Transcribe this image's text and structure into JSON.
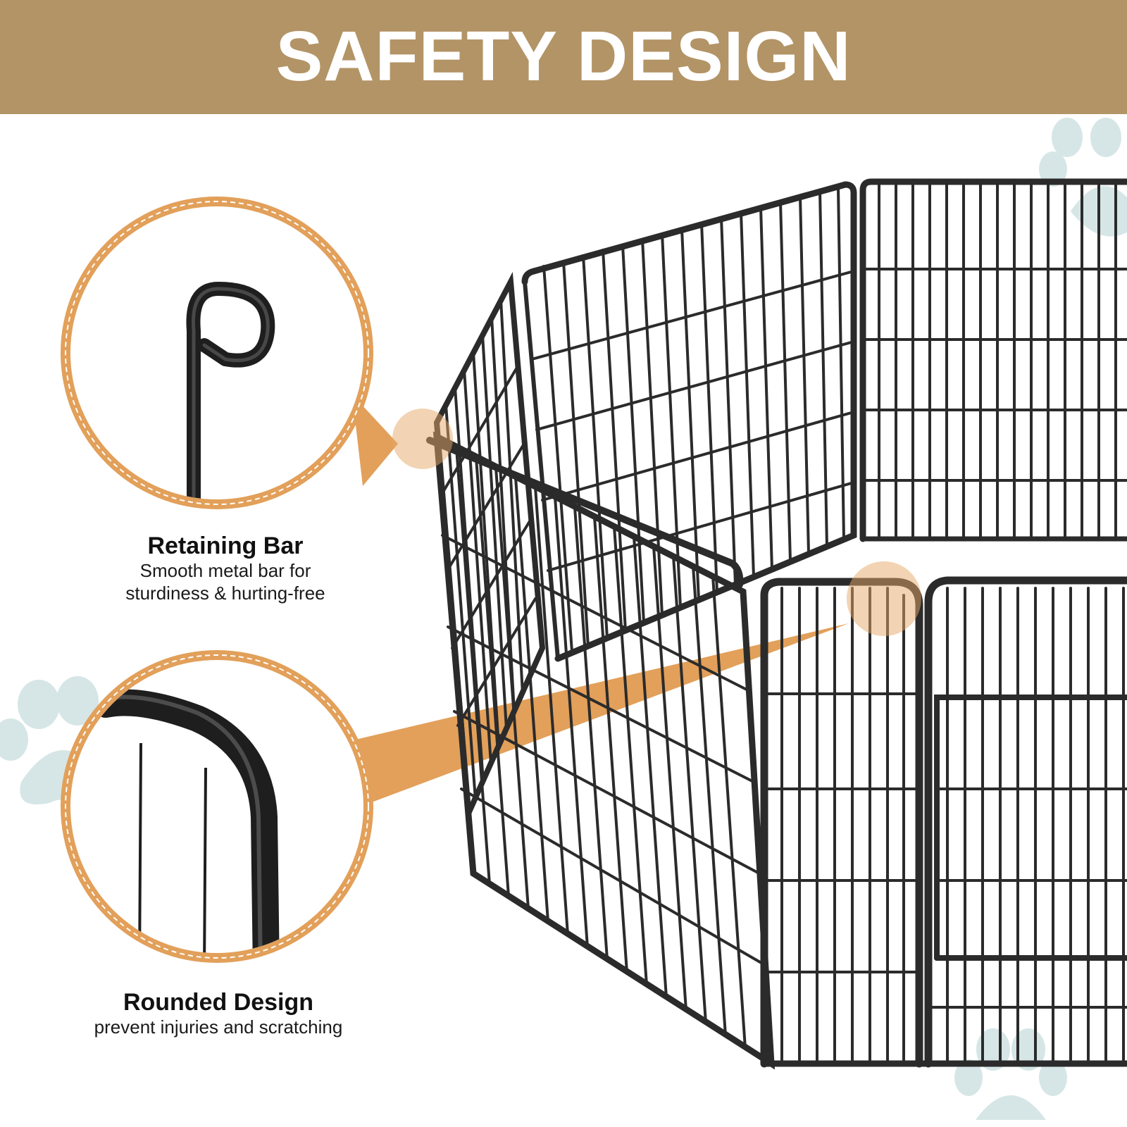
{
  "banner": {
    "title": "SAFETY DESIGN"
  },
  "colors": {
    "banner": "#b39466",
    "accent_orange": "#e2a05a",
    "paw": "#d6e6e6",
    "metal": "#2b2b2b"
  },
  "features": [
    {
      "title": "Retaining Bar",
      "description_lines": [
        "Smooth metal bar for",
        "sturdiness & hurting-free"
      ],
      "icon": "retaining-bar-hook"
    },
    {
      "title": "Rounded Design",
      "description_lines": [
        "prevent injuries and scratching"
      ],
      "icon": "rounded-corner-frame"
    }
  ]
}
